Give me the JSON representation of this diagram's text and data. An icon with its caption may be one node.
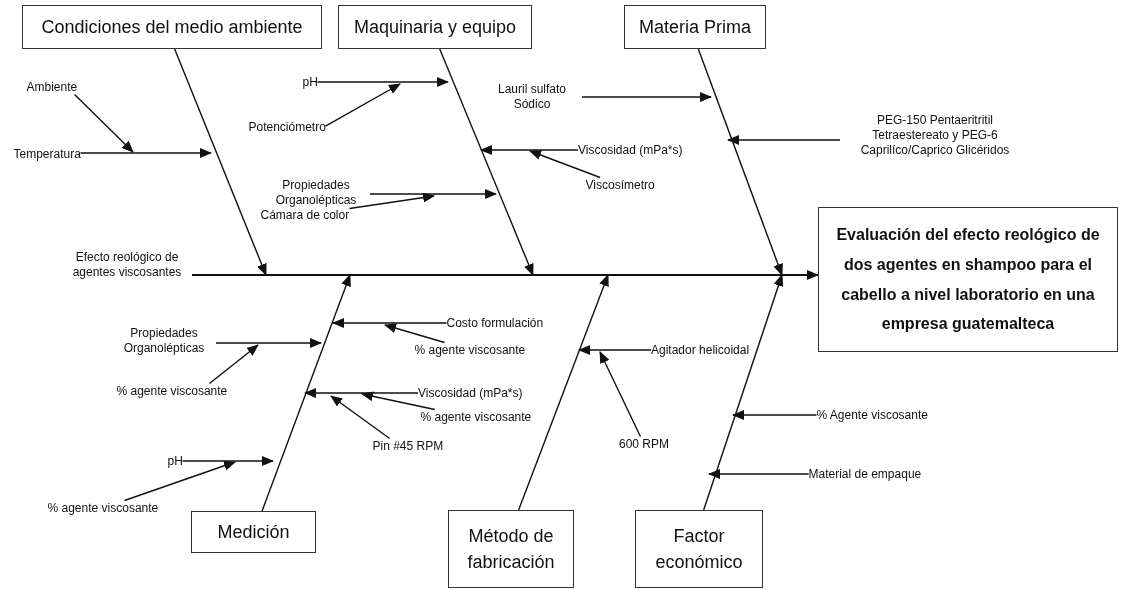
{
  "diagram": {
    "nodes": [
      {
        "text": [
          "Condiciones del medio ambiente"
        ]
      },
      {
        "text": [
          "Maquinaria y equipo"
        ]
      },
      {
        "text": [
          "Materia Prima"
        ]
      },
      {
        "text": [
          "Ambiente"
        ]
      },
      {
        "text": [
          "pH"
        ]
      },
      {
        "text": [
          "Lauril sulfato Sódico"
        ]
      },
      {
        "text": [
          "Potenciómetro"
        ]
      },
      {
        "text": [
          "Temperatura"
        ]
      },
      {
        "text": [
          "Viscosidad (mPa*s)"
        ]
      },
      {
        "text": [
          "PEG-150 Pentaeritritil Tetraestereato y PEG-6 Caprilíco/Caprico Glicéridos"
        ]
      },
      {
        "text": [
          "Viscosímetro"
        ]
      },
      {
        "text": [
          "Propiedades Organolépticas"
        ]
      },
      {
        "text": [
          "Cámara de color"
        ]
      },
      {
        "text": [
          "Evaluación del efecto reológico de dos agentes en shampoo para el cabello a nivel laboratorio en una empresa guatemalteca"
        ]
      },
      {
        "text": [
          "Efecto reológico de agentes viscosantes"
        ]
      },
      {
        "text": [
          "Costo formulación"
        ]
      },
      {
        "text": [
          "Propiedades Organolépticas"
        ]
      },
      {
        "text": [
          "% agente viscosante"
        ]
      },
      {
        "text": [
          "Agitador helicoidal"
        ]
      },
      {
        "text": [
          "% agente viscosante"
        ]
      },
      {
        "text": [
          "Viscosidad (mPa*s)"
        ]
      },
      {
        "text": [
          "% agente viscosante"
        ]
      },
      {
        "text": [
          "% Agente viscosante"
        ]
      },
      {
        "text": [
          "Pin #45 RPM"
        ]
      },
      {
        "text": [
          "600 RPM"
        ]
      },
      {
        "text": [
          "pH"
        ]
      },
      {
        "text": [
          "Material de empaque"
        ]
      },
      {
        "text": [
          "% agente viscosante"
        ]
      },
      {
        "text": [
          "Medición"
        ]
      },
      {
        "text": [
          "Método de fabricación"
        ]
      },
      {
        "text": [
          "Factor económico"
        ]
      }
    ],
    "edges": [
      {
        "from": 0,
        "to": null,
        "arrow": "to"
      },
      {
        "from": 1,
        "to": null,
        "arrow": "to"
      },
      {
        "from": 2,
        "to": null,
        "arrow": "to"
      },
      {
        "from": 28,
        "to": null,
        "arrow": "to"
      },
      {
        "from": 29,
        "to": null,
        "arrow": "to"
      },
      {
        "from": 30,
        "to": null,
        "arrow": "to"
      },
      {
        "from": 14,
        "to": 13,
        "arrow": "to"
      },
      {
        "from": 7,
        "to": null,
        "arrow": "to"
      },
      {
        "from": 3,
        "to": null,
        "arrow": "to"
      },
      {
        "from": 4,
        "to": null,
        "arrow": "to"
      },
      {
        "from": 6,
        "to": null,
        "arrow": "to"
      },
      {
        "from": 5,
        "to": null,
        "arrow": "to"
      },
      {
        "from": 8,
        "to": null,
        "arrow": "to"
      },
      {
        "from": 10,
        "to": null,
        "arrow": "to"
      },
      {
        "from": 9,
        "to": null,
        "arrow": "to"
      },
      {
        "from": 11,
        "to": null,
        "arrow": "to"
      },
      {
        "from": 12,
        "to": null,
        "arrow": "to"
      },
      {
        "from": 15,
        "to": null,
        "arrow": "to"
      },
      {
        "from": 17,
        "to": null,
        "arrow": "to"
      },
      {
        "from": 16,
        "to": null,
        "arrow": "to"
      },
      {
        "from": 19,
        "to": null,
        "arrow": "to"
      },
      {
        "from": 20,
        "to": null,
        "arrow": "to"
      },
      {
        "from": 21,
        "to": null,
        "arrow": "to"
      },
      {
        "from": 23,
        "to": null,
        "arrow": "to"
      },
      {
        "from": 25,
        "to": null,
        "arrow": "to"
      },
      {
        "from": 27,
        "to": null,
        "arrow": "to"
      },
      {
        "from": 18,
        "to": null,
        "arrow": "to"
      },
      {
        "from": 24,
        "to": null,
        "arrow": "to"
      },
      {
        "from": 22,
        "to": null,
        "arrow": "to"
      },
      {
        "from": 26,
        "to": null,
        "arrow": "to"
      }
    ]
  }
}
